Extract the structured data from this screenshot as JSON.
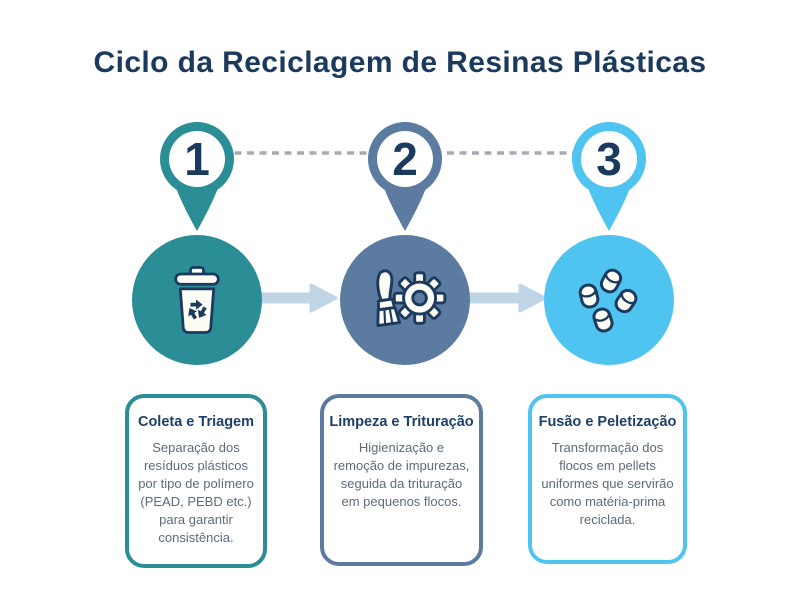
{
  "title": {
    "text": "Ciclo da Reciclagem de Resinas Plásticas"
  },
  "colors": {
    "navy": "#1b3a5e",
    "card_title": "#1c4066",
    "body_text": "#5c6b7b",
    "arrow": "#bfd4e5",
    "dash": "#a4abb3",
    "background": "#ffffff",
    "icon_fill": "#fdfdf6"
  },
  "steps": [
    {
      "number": "1",
      "accent": "#2b8d96",
      "icon": "trash-recycle-icon",
      "card": {
        "title": "Coleta e Triagem",
        "body": "Separação dos resíduos plásticos por tipo de polímero (PEAD, PEBD etc.) para garantir consistência."
      }
    },
    {
      "number": "2",
      "accent": "#5c7ba0",
      "icon": "brush-gear-icon",
      "card": {
        "title": "Limpeza e Trituração",
        "body": "Higienização e remoção de impurezas, seguida da trituração em pequenos flocos."
      }
    },
    {
      "number": "3",
      "accent": "#4fc4f1",
      "icon": "pellets-icon",
      "card": {
        "title": "Fusão e Peletização",
        "body": "Transformação dos flocos em pellets uniformes que servirão como matéria-prima reciclada."
      }
    }
  ]
}
